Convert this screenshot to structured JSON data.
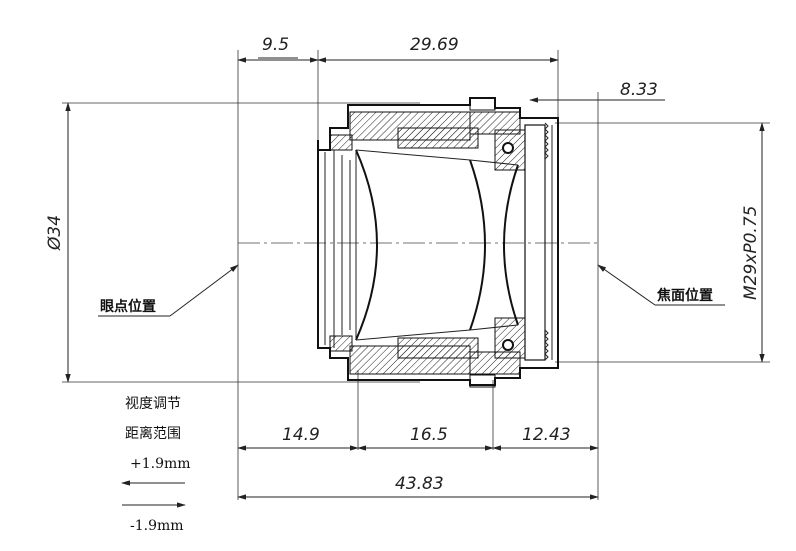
{
  "dimensions": {
    "d_9_5": "9.5",
    "d_29_69": "29.69",
    "d_8_33": "8.33",
    "d_dia34": "Ø34",
    "d_thread": "M29xP0.75",
    "d_14_9": "14.9",
    "d_16_5": "16.5",
    "d_12_43": "12.43",
    "d_43_83": "43.83"
  },
  "labels": {
    "eye_position": "眼点位置",
    "focal_position": "焦面位置",
    "diopter_line1": "视度调节",
    "diopter_line2": "距离范围",
    "plus_range": "+1.9mm",
    "minus_range": "-1.9mm"
  }
}
